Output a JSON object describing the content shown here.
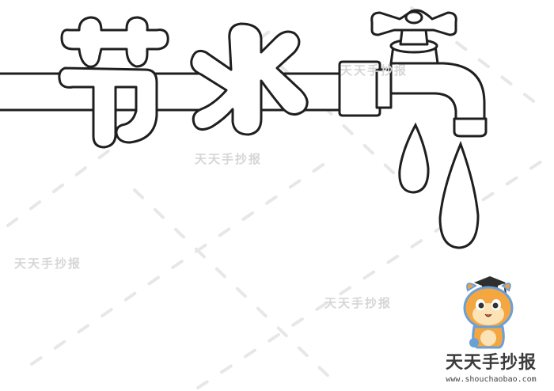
{
  "title": {
    "char_1": "节",
    "char_2": "水"
  },
  "watermarks": [
    "天天手抄报",
    "天天手抄报",
    "天天手抄报",
    "天天手抄报"
  ],
  "brand": {
    "name": "天天手抄报",
    "site": "www.shouchaobao.com"
  },
  "icons": [
    "faucet-icon",
    "water-drop-icon",
    "mascot-icon"
  ]
}
